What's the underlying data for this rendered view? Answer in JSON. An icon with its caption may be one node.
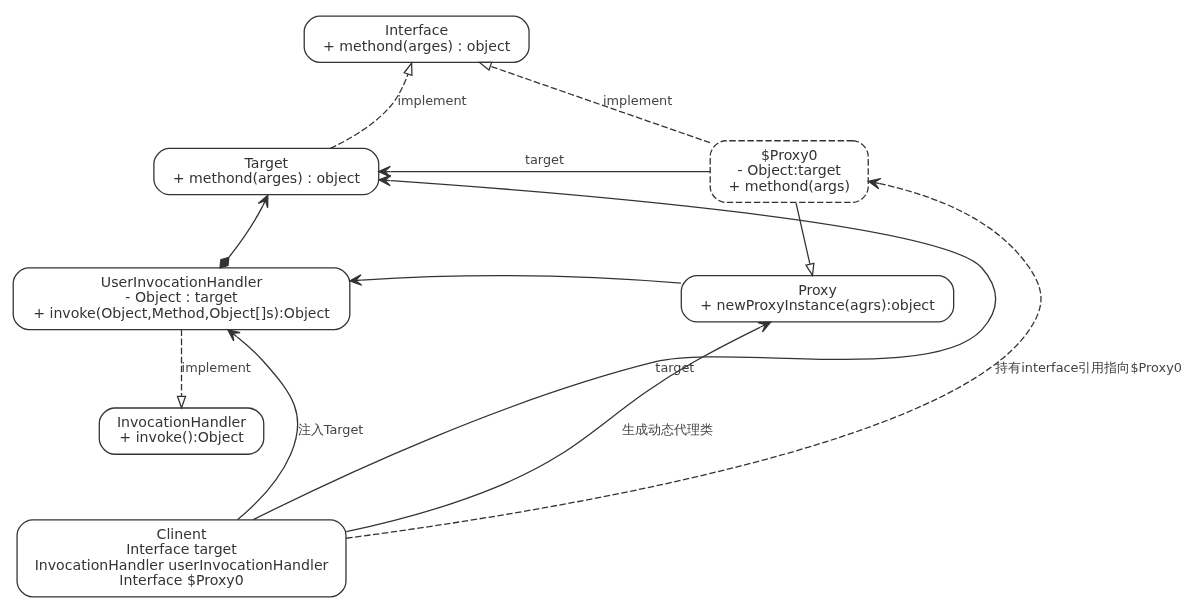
{
  "diagram": {
    "nodes": [
      {
        "text": [
          "Interface",
          "+ methond(arges) : object"
        ]
      },
      {
        "text": [
          "Target",
          "+ methond(arges) : object"
        ]
      },
      {
        "text": [
          "$Proxy0",
          "- Object:target",
          "+ methond(args)"
        ]
      },
      {
        "text": [
          "UserInvocationHandler",
          "- Object : target",
          "+ invoke(Object,Method,Object[]s):Object"
        ]
      },
      {
        "text": [
          "Proxy",
          "+ newProxyInstance(agrs):object"
        ]
      },
      {
        "text": [
          "InvocationHandler",
          "+ invoke():Object"
        ]
      },
      {
        "text": [
          "Clinent",
          "Interface target",
          "InvocationHandler userInvocationHandler",
          "Interface $Proxy0"
        ]
      }
    ],
    "edges": [
      {
        "from": 1,
        "to": 0,
        "arrow": "to",
        "label": "implement",
        "style": "dashed"
      },
      {
        "from": 2,
        "to": 0,
        "arrow": "to",
        "label": "implement",
        "style": "dashed"
      },
      {
        "from": 2,
        "to": 1,
        "arrow": "to",
        "label": "target"
      },
      {
        "from": 3,
        "to": 1,
        "arrow": "to"
      },
      {
        "from": 2,
        "to": 4,
        "arrow": "to"
      },
      {
        "from": 4,
        "to": 3,
        "arrow": "to"
      },
      {
        "from": 3,
        "to": 5,
        "arrow": "to",
        "label": "implement",
        "style": "dashed"
      },
      {
        "from": 6,
        "to": 1,
        "arrow": "to",
        "label": "target"
      },
      {
        "from": 6,
        "to": 3,
        "arrow": "to",
        "label": "注入Target"
      },
      {
        "from": 6,
        "to": 4,
        "arrow": "to",
        "label": "生成动态代理类"
      },
      {
        "from": 6,
        "to": 2,
        "arrow": "to",
        "label": "持有interface引用指向$Proxy0",
        "style": "dashed"
      }
    ]
  }
}
